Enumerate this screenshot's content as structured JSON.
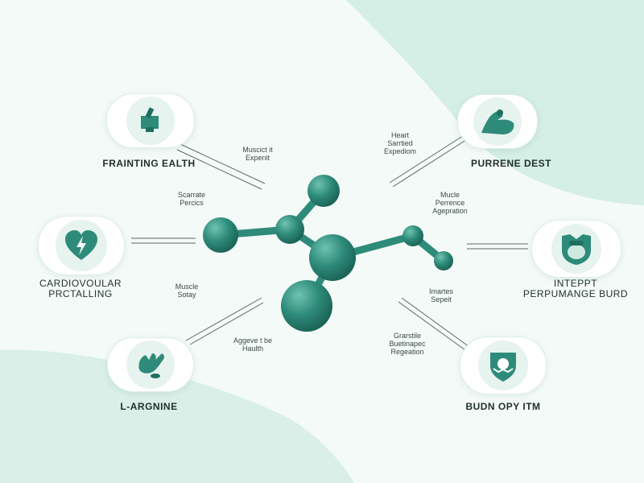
{
  "colors": {
    "teal": "#2e8b7a",
    "teal_dark": "#1f6f60",
    "light_shape": "#d5eee6",
    "bg": "#f4faf8"
  },
  "nodes": [
    {
      "id": "training",
      "icon": "training-cup-icon",
      "title": "FRAINTING EALTH"
    },
    {
      "id": "purrene",
      "icon": "flexed-arm-icon",
      "title": "PURRENE DEST"
    },
    {
      "id": "cardio",
      "icon": "heart-bolt-icon",
      "title_lines": [
        "CARDIOVOULAR",
        "PRCTALLING"
      ]
    },
    {
      "id": "intept",
      "icon": "shield-badge-icon",
      "title_lines": [
        "INTEPPT",
        "PERPUMANGE BURD"
      ]
    },
    {
      "id": "arginine",
      "icon": "hand-icon",
      "title": "L-ARGNINE"
    },
    {
      "id": "budn",
      "icon": "shield-emblem-icon",
      "title": "BUDN OPY ITM"
    }
  ],
  "notes": {
    "n1": "Muscict it\nExpenit",
    "n2": "Heart\nSarrtied\nExpediom",
    "n3": "Scarrate\nPercics",
    "n4": "Mucle\nPerrence\nAgepration",
    "n5": "Muscle\nSotay",
    "n6": "Imartes\nSepeit",
    "n7": "Aggeve t be\nHaulth",
    "n8": "Grarstile\nBuetinapec\nRegeation"
  }
}
